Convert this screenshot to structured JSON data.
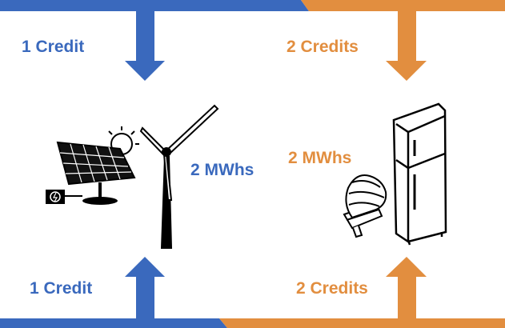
{
  "colors": {
    "blue": "#3a69bd",
    "orange": "#e28e3f"
  },
  "top": {
    "left_label": "1 Credit",
    "right_label": "2 Credits"
  },
  "middle": {
    "producer_label": "2 MWhs",
    "consumer_label": "2 MWhs"
  },
  "bottom": {
    "left_label": "1 Credit",
    "right_label": "2 Credits"
  },
  "icons": [
    "solar-panel-icon",
    "wind-turbine-icon",
    "refrigerator-icon",
    "light-bulb-icon"
  ]
}
